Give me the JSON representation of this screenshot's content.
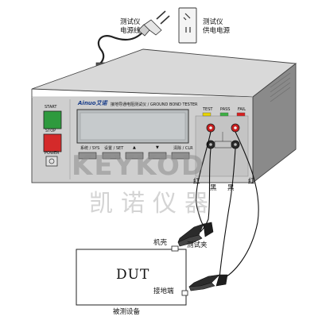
{
  "labels": {
    "power_cord": "测试仪\n电源线",
    "power_socket": "测试仪\n供电电源",
    "brand": "Ainuo艾诺",
    "panel_title": "接地导通电阻测试仪 / GROUND BOND TESTER",
    "test_ind": "TEST",
    "pass_ind": "PASS",
    "fail_ind": "FAIL",
    "start": "START",
    "stop": "STOP",
    "power": "POWER",
    "btn_sys": "系统 / SYS",
    "btn_set": "设置 / SET",
    "btn_up": "▲",
    "btn_down": "▼",
    "btn_clr": "清除 / CLR",
    "wire_red_left": "红",
    "wire_black_left": "黑",
    "wire_black_right": "黑",
    "wire_red_right": "红",
    "case": "机壳",
    "clamp": "测试夹",
    "dut": "DUT",
    "ground_terminal": "接地端",
    "dut_caption": "被测设备"
  },
  "watermark": {
    "en": "KEYKOD",
    "cn": "凯诺仪器"
  },
  "colors": {
    "device_top": "#d9d9d9",
    "device_front": "#cfcfcf",
    "device_side": "#8a8a8a",
    "display_bg": "#b8bcbe",
    "start_green": "#2e9a3e",
    "stop_red": "#d42a2a",
    "test_yellow": "#e8d400",
    "pass_green": "#3cb043",
    "fail_red": "#d72020",
    "terminal_red": "#c81d1d",
    "terminal_black": "#2a2a2a"
  },
  "icons": {
    "power_plug": "plug-icon",
    "wall_socket": "socket-icon",
    "clamp": "alligator-clip-icon"
  }
}
